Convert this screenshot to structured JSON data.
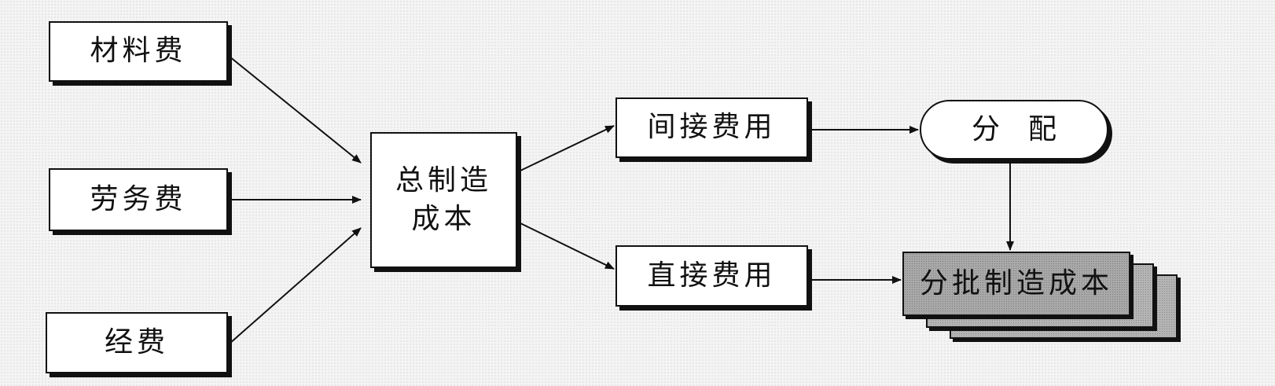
{
  "nodes": {
    "material_cost": "材料费",
    "labor_cost": "劳务费",
    "expense": "经费",
    "total_cost_line1": "总制造",
    "total_cost_line2": "成本",
    "indirect_cost": "间接费用",
    "direct_cost": "直接费用",
    "allocation": "分配",
    "batch_cost": "分批制造成本"
  },
  "colors": {
    "line": "#111111",
    "box_fill": "#ffffff",
    "batch_fill": "#a9a9a9"
  }
}
